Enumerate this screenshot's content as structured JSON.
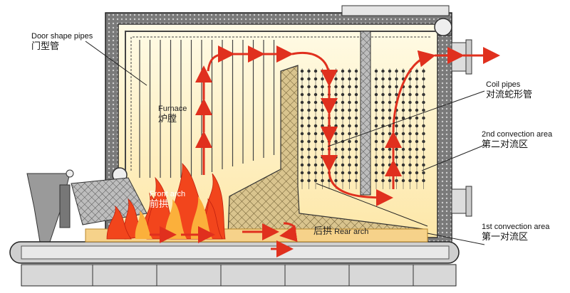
{
  "labels": {
    "door_pipes": {
      "en": "Door shape pipes",
      "cn": "门型管"
    },
    "furnace": {
      "en": "Furnace",
      "cn": "炉膛"
    },
    "front_arch": {
      "en": "Front arch",
      "cn": "前拱"
    },
    "rear_arch": {
      "cn": "后拱",
      "en": "Rear arch"
    },
    "coil_pipes": {
      "en": "Coil pipes",
      "cn": "对流蛇形管"
    },
    "second_conv": {
      "en": "2nd convection area",
      "cn": "第二对流区"
    },
    "first_conv": {
      "en": "1st convection area",
      "cn": "第一对流区"
    }
  },
  "colors": {
    "insulation": "#6e6e6e",
    "furnace_glow": "#fdf3c8",
    "flame": "#f2451c",
    "flow_arrow": "#e0301e",
    "pipe": "#333333",
    "arch": "#d9c48e"
  }
}
